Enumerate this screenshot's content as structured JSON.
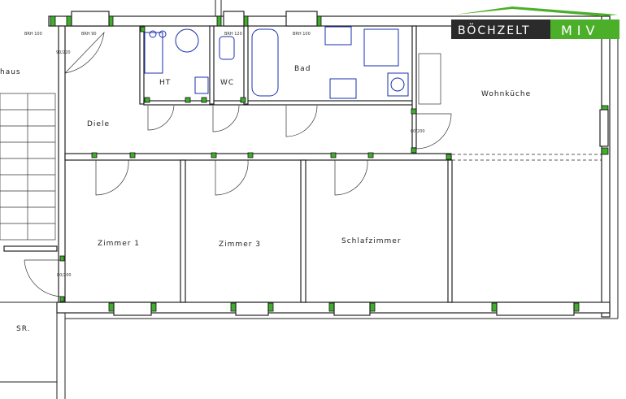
{
  "logo": {
    "left": "BÖCHZELT",
    "right": "MIV",
    "left_color": "#2b2b2b",
    "right_color": "#4caf2a"
  },
  "rooms": {
    "stair": "haus",
    "diele": "Diele",
    "ht": "HT",
    "wc": "WC",
    "bad": "Bad",
    "wohnkueche": "Wohnküche",
    "zimmer1": "Zimmer 1",
    "zimmer3": "Zimmer 3",
    "schlaf": "Schlafzimmer",
    "sr": "SR."
  },
  "windows": [
    "BRH 100",
    "BRH 90",
    "BRH 120",
    "BRH 100"
  ],
  "doors": {
    "entry": "90/220",
    "small": "80/200",
    "kitchen": "80/200"
  },
  "colors": {
    "wall": "#222222",
    "sanitary": "#1a2fb0",
    "marker": "#3fae2a"
  }
}
